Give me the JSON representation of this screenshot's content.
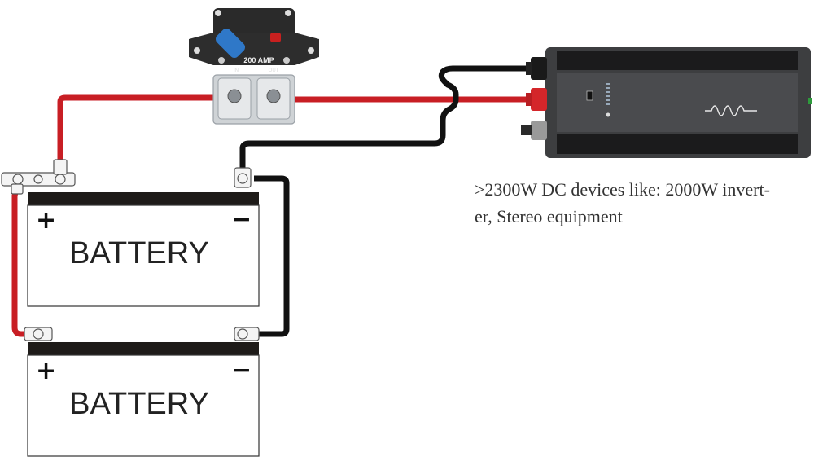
{
  "batteries": [
    {
      "label": "BATTERY",
      "positive": "+",
      "negative": "−"
    },
    {
      "label": "BATTERY",
      "positive": "+",
      "negative": "−"
    }
  ],
  "breaker": {
    "rating": "200 AMP",
    "in_label": "IN",
    "out_label": "OUT"
  },
  "caption": {
    "line1": ">2300W DC devices like: 2000W invert-",
    "line2": "er, Stereo equipment"
  },
  "colors": {
    "positive_cable": "#c81e24",
    "negative_cable": "#111111",
    "inverter_body": "#3d3e40"
  }
}
